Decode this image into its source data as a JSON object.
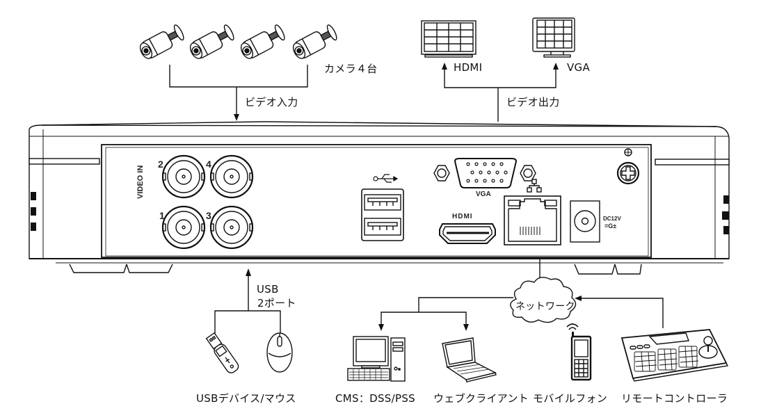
{
  "diagram": {
    "title": "DVR connection diagram",
    "inputs": {
      "cameras_label": "カメラ４台",
      "camera_count": 4,
      "video_in_label": "ビデオ入力"
    },
    "outputs": {
      "video_out_label": "ビデオ出力",
      "monitors": [
        {
          "label": "HDMI"
        },
        {
          "label": "VGA"
        }
      ]
    },
    "device": {
      "panel_labels": {
        "video_in": "VIDEO IN",
        "vga": "VGA",
        "hdmi": "HDMI",
        "dc": "DC12V",
        "dc_symbol": "=G±"
      },
      "bnc_ports": [
        "1",
        "2",
        "3",
        "4"
      ]
    },
    "usb": {
      "label_line1": "USB",
      "label_line2": "2ポート",
      "devices_label": "USBデバイス/マウス"
    },
    "network": {
      "cloud_label": "ネットワーク",
      "clients": [
        {
          "label": "CMS：DSS/PSS"
        },
        {
          "label": "ウェブクライアント"
        },
        {
          "label": "モバイルフォン"
        },
        {
          "label": "リモートコントローラ"
        }
      ]
    }
  }
}
